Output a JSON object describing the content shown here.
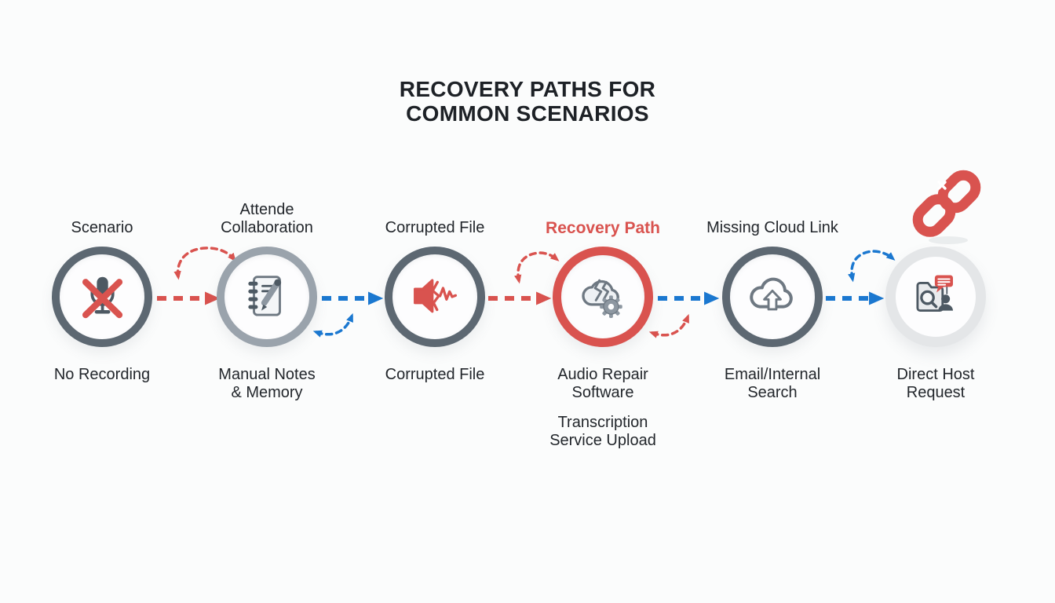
{
  "title": "RECOVERY PATHS FOR\nCOMMON SCENARIOS",
  "colors": {
    "background": "#fbfcfc",
    "text": "#22262b",
    "title_text": "#1d2126",
    "red": "#d9534f",
    "blue": "#1b78d0",
    "ring_dark": "#5d6872",
    "ring_light": "#9aa3ac",
    "ring_pale": "#e4e6e8",
    "slate": "#4d5963",
    "steel": "#6e7882",
    "gray": "#8d97a1",
    "paper": "#f4f6f8",
    "cloud": "#eef1f4",
    "folder": "#e9ebed"
  },
  "nodes": [
    {
      "id": "no-recording",
      "top_label": "Scenario",
      "bottom_label": "No Recording",
      "icon": "microphone-muted-icon",
      "ring": "dark"
    },
    {
      "id": "manual-notes",
      "top_label": "Attende\nCollaboration",
      "bottom_label": "Manual Notes\n& Memory",
      "icon": "notebook-pencil-icon",
      "ring": "light"
    },
    {
      "id": "corrupted-file",
      "top_label": "Corrupted File",
      "bottom_label": "Corrupted File",
      "icon": "corrupted-audio-icon",
      "ring": "dark"
    },
    {
      "id": "audio-repair",
      "top_label": "Recovery Path",
      "bottom_label": "Audio Repair\nSoftware",
      "bottom_sub_label": "Transcription\nService Upload",
      "icon": "cloud-repair-gear-icon",
      "ring": "red"
    },
    {
      "id": "cloud-search",
      "top_label": "Missing Cloud Link",
      "bottom_label": "Email/Internal\nSearch",
      "icon": "cloud-upload-icon",
      "ring": "dark"
    },
    {
      "id": "direct-host",
      "top_label": "",
      "bottom_label": "Direct Host\nRequest",
      "icon": "folder-search-contact-icon",
      "ring": "pale",
      "badge_icon": "broken-link-icon"
    }
  ],
  "connectors": [
    {
      "from": "no-recording",
      "to": "manual-notes",
      "color": "#d9534f",
      "style": "dashed-arrow"
    },
    {
      "from": "manual-notes",
      "to": "corrupted-file",
      "color": "#1b78d0",
      "style": "dashed-arrow"
    },
    {
      "from": "corrupted-file",
      "to": "audio-repair",
      "color": "#d9534f",
      "style": "dashed-arrow"
    },
    {
      "from": "audio-repair",
      "to": "cloud-search",
      "color": "#1b78d0",
      "style": "dashed-arrow"
    },
    {
      "from": "cloud-search",
      "to": "direct-host",
      "color": "#1b78d0",
      "style": "dashed-arrow"
    }
  ]
}
